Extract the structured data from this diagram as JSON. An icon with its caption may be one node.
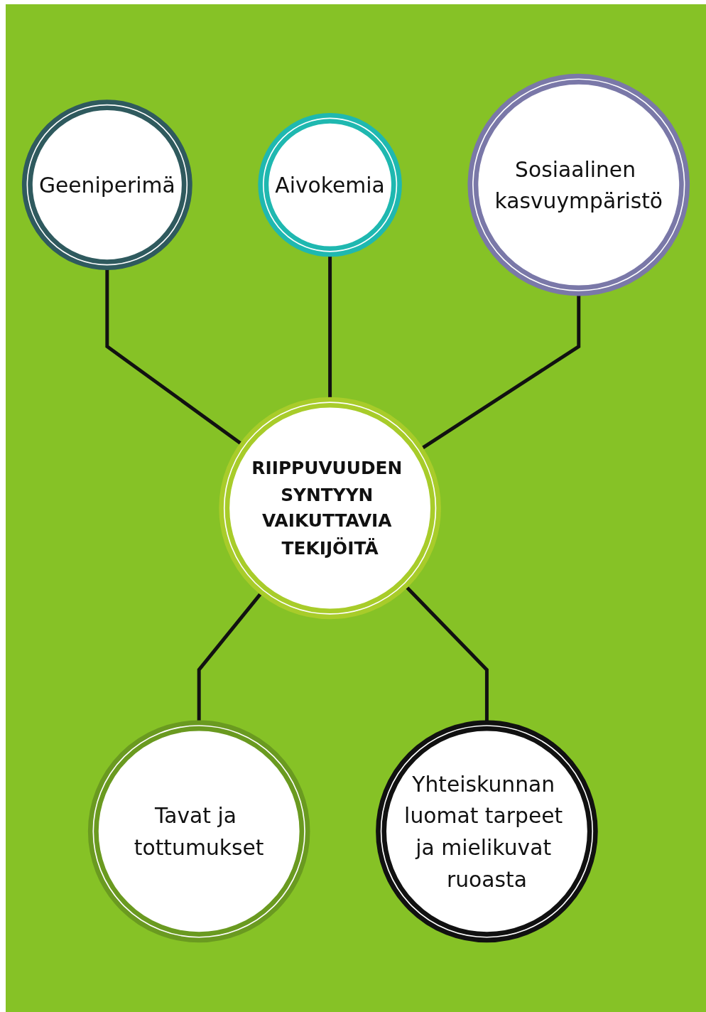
{
  "diagram": {
    "nodes": [
      {
        "text": [
          "Geeniperimä"
        ]
      },
      {
        "text": [
          "Aivokemia"
        ]
      },
      {
        "text": [
          "Sosiaalinen kasvuympäristö"
        ]
      },
      {
        "text": [
          "RIIPPUVUUDEN SYNTYYN VAIKUTTAVIA TEKIJÖITÄ"
        ]
      },
      {
        "text": [
          "Tavat ja tottumukset"
        ]
      },
      {
        "text": [
          "Yhteiskunnan luomat tarpeet ja mielikuvat ruoasta"
        ]
      }
    ],
    "edges": [
      {
        "from": 0,
        "to": 3,
        "arrow": "none"
      },
      {
        "from": 1,
        "to": 3,
        "arrow": "none"
      },
      {
        "from": 2,
        "to": 3,
        "arrow": "none"
      },
      {
        "from": 3,
        "to": 4,
        "arrow": "none"
      },
      {
        "from": 3,
        "to": 5,
        "arrow": "none"
      }
    ]
  }
}
